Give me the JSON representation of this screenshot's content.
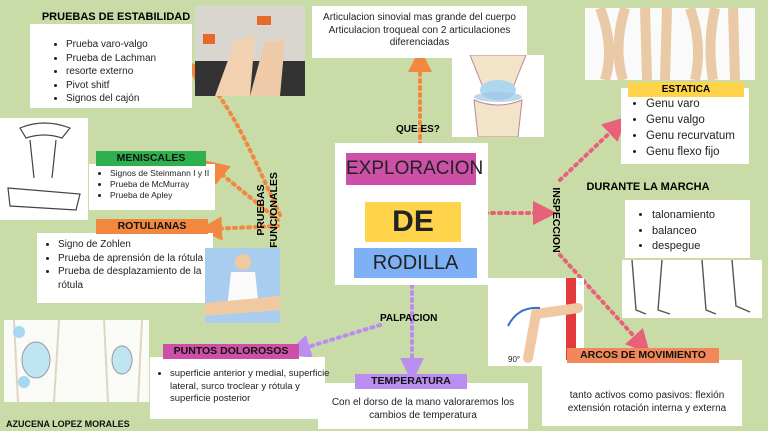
{
  "center": {
    "line1": "EXPLORACION",
    "line2": "DE",
    "line3": "RODILLA"
  },
  "labels": {
    "que_es": "QUE ES?",
    "pruebas_funcionales_1": "PRUEBAS",
    "pruebas_funcionales_2": "FUNCIONALES",
    "inspeccion": "INSPECCION",
    "palpacion": "PALPACION"
  },
  "definition": {
    "lines": [
      "Articulacion sinovial mas grande del cuerpo",
      "Articulacion troqueal con 2 articulaciones",
      "diferenciadas"
    ]
  },
  "estabilidad": {
    "title": "PRUEBAS DE ESTABILIDAD",
    "items": [
      "Prueba varo-valgo",
      "Prueba de Lachman",
      "resorte externo",
      "Pivot shitf",
      "Signos del cajón"
    ]
  },
  "meniscales": {
    "title": "MENISCALES",
    "items": [
      "Signos de Steinmann I y II",
      "Prueba de McMurray",
      "Prueba de Apley"
    ]
  },
  "rotulianas": {
    "title": "ROTULIANAS",
    "items": [
      "Signo de Zohlen",
      "Prueba de aprensión de la rótula",
      "Prueba de desplazamiento de la rótula"
    ]
  },
  "puntos": {
    "title": "PUNTOS DOLOROSOS",
    "items": [
      "superficie anterior y medial, superficie lateral, surco troclear y rótula y superficie posterior"
    ]
  },
  "temperatura": {
    "title": "TEMPERATURA",
    "text": "Con el dorso de la mano valoraremos los cambios de temperatura"
  },
  "estatica": {
    "title": "ESTATICA",
    "items": [
      "Genu varo",
      "Genu valgo",
      "Genu recurvatum",
      "Genu flexo fijo"
    ]
  },
  "marcha": {
    "title": "DURANTE LA MARCHA",
    "items": [
      "talonamiento",
      "balanceo",
      "despegue"
    ]
  },
  "arcos": {
    "title": "ARCOS DE MOVIMIENTO",
    "text": "tanto activos como pasivos: flexión extensión  rotación interna y externa"
  },
  "author": "AZUCENA LOPEZ MORALES",
  "diagram_labels": [
    "90°"
  ],
  "colors": {
    "background": "#c9dba6",
    "green": "#2fb04f",
    "pink": "#cc4fa8",
    "orange": "#f2873f",
    "yellow": "#ffd34a",
    "blue": "#7eb0f5",
    "lightblue": "#8fc4ff",
    "purple": "#b98ef0",
    "salmon": "#f2875a"
  }
}
